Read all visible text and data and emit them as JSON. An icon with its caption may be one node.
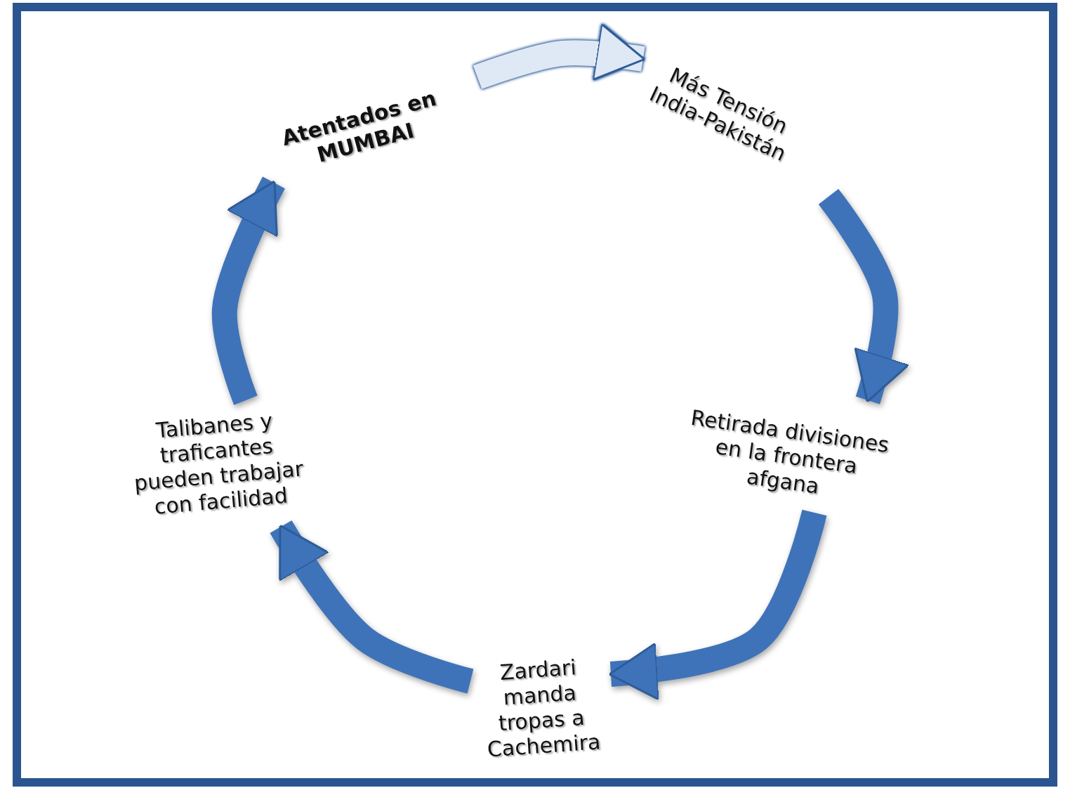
{
  "diagram": {
    "nodes": [
      {
        "text": [
          "Atentados en MUMBAI"
        ]
      },
      {
        "text": [
          "Más Tensión India-Pakistán"
        ]
      },
      {
        "text": [
          "Retirada divisiones en la frontera afgana"
        ]
      },
      {
        "text": [
          "Zardari manda tropas a Cachemira"
        ]
      },
      {
        "text": [
          "Talibanes y traficantes pueden trabajar con facilidad"
        ]
      }
    ],
    "edges": [
      {
        "from": 0,
        "to": 1,
        "arrow": "to",
        "color": "#dfe8f5"
      },
      {
        "from": 1,
        "to": 2,
        "arrow": "to"
      },
      {
        "from": 2,
        "to": 3,
        "arrow": "to"
      },
      {
        "from": 3,
        "to": 4,
        "arrow": "to"
      },
      {
        "from": 4,
        "to": 0,
        "arrow": "to"
      }
    ]
  }
}
